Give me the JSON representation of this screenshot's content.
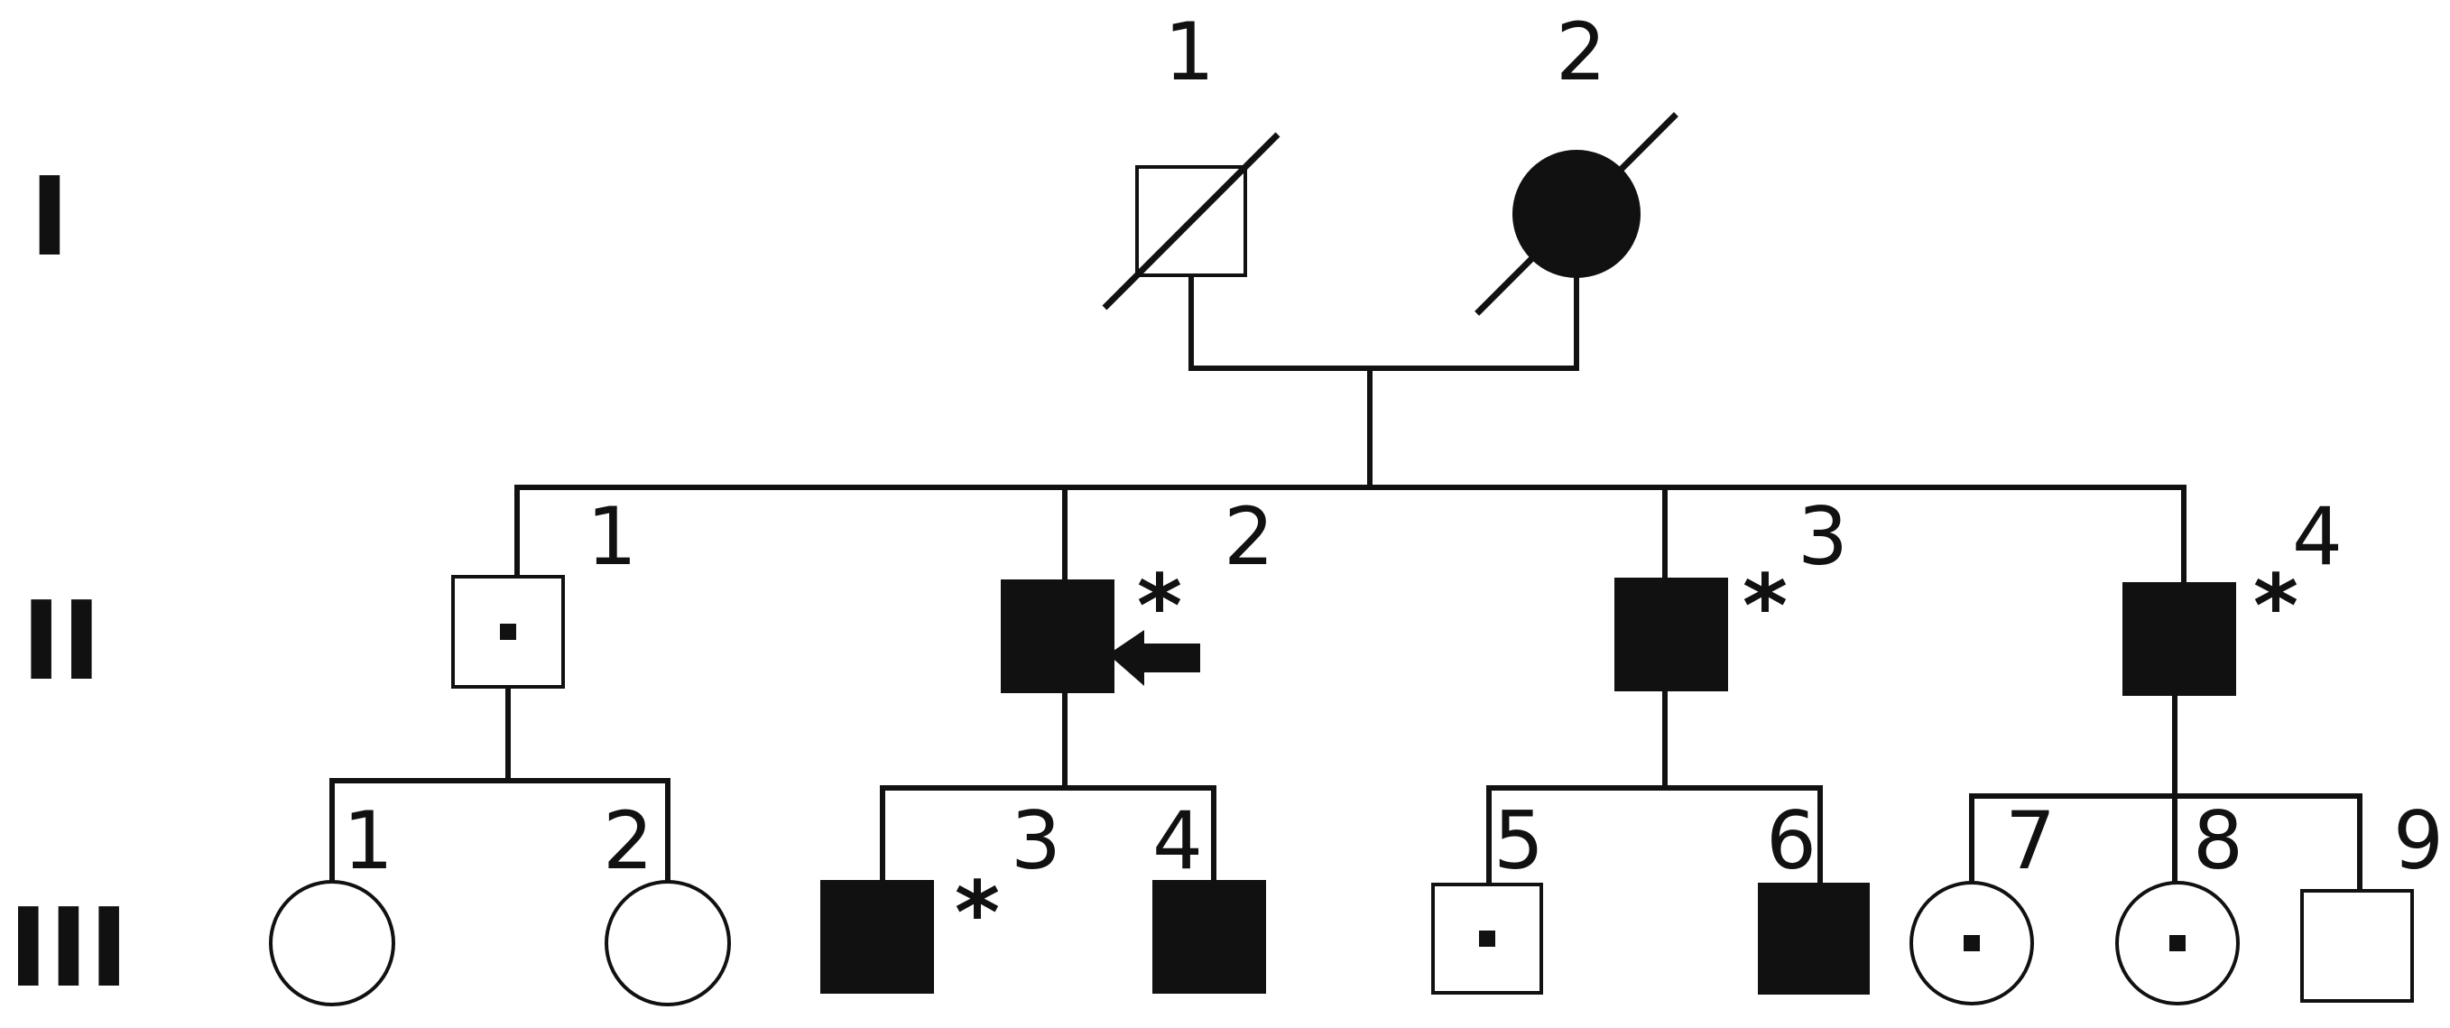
{
  "generations": [
    {
      "id": "I",
      "label": "I"
    },
    {
      "id": "II",
      "label": "II"
    },
    {
      "id": "III",
      "label": "III"
    }
  ],
  "individuals": [
    {
      "id": "I-1",
      "generation": "I",
      "label": "1",
      "sex": "male",
      "affected": false,
      "carrier": false,
      "deceased": true,
      "tested": false,
      "proband": false
    },
    {
      "id": "I-2",
      "generation": "I",
      "label": "2",
      "sex": "female",
      "affected": true,
      "carrier": false,
      "deceased": true,
      "tested": false,
      "proband": false
    },
    {
      "id": "II-1",
      "generation": "II",
      "label": "1",
      "sex": "male",
      "affected": false,
      "carrier": true,
      "deceased": false,
      "tested": false,
      "proband": false
    },
    {
      "id": "II-2",
      "generation": "II",
      "label": "2",
      "sex": "male",
      "affected": true,
      "carrier": false,
      "deceased": false,
      "tested": true,
      "proband": true
    },
    {
      "id": "II-3",
      "generation": "II",
      "label": "3",
      "sex": "male",
      "affected": true,
      "carrier": false,
      "deceased": false,
      "tested": true,
      "proband": false
    },
    {
      "id": "II-4",
      "generation": "II",
      "label": "4",
      "sex": "male",
      "affected": true,
      "carrier": false,
      "deceased": false,
      "tested": true,
      "proband": false
    },
    {
      "id": "III-1",
      "generation": "III",
      "label": "1",
      "sex": "female",
      "affected": false,
      "carrier": false,
      "deceased": false,
      "tested": false,
      "proband": false
    },
    {
      "id": "III-2",
      "generation": "III",
      "label": "2",
      "sex": "female",
      "affected": false,
      "carrier": false,
      "deceased": false,
      "tested": false,
      "proband": false
    },
    {
      "id": "III-3",
      "generation": "III",
      "label": "3",
      "sex": "male",
      "affected": true,
      "carrier": false,
      "deceased": false,
      "tested": true,
      "proband": false
    },
    {
      "id": "III-4",
      "generation": "III",
      "label": "4",
      "sex": "male",
      "affected": true,
      "carrier": false,
      "deceased": false,
      "tested": false,
      "proband": false
    },
    {
      "id": "III-5",
      "generation": "III",
      "label": "5",
      "sex": "male",
      "affected": false,
      "carrier": true,
      "deceased": false,
      "tested": false,
      "proband": false
    },
    {
      "id": "III-6",
      "generation": "III",
      "label": "6",
      "sex": "male",
      "affected": true,
      "carrier": false,
      "deceased": false,
      "tested": false,
      "proband": false
    },
    {
      "id": "III-7",
      "generation": "III",
      "label": "7",
      "sex": "female",
      "affected": false,
      "carrier": true,
      "deceased": false,
      "tested": false,
      "proband": false
    },
    {
      "id": "III-8",
      "generation": "III",
      "label": "8",
      "sex": "female",
      "affected": false,
      "carrier": true,
      "deceased": false,
      "tested": false,
      "proband": false
    },
    {
      "id": "III-9",
      "generation": "III",
      "label": "9",
      "sex": "male",
      "affected": false,
      "carrier": false,
      "deceased": false,
      "tested": false,
      "proband": false
    }
  ],
  "relationships": [
    {
      "couple": [
        "I-1",
        "I-2"
      ],
      "children": [
        "II-1",
        "II-2",
        "II-3",
        "II-4"
      ]
    },
    {
      "parent": "II-1",
      "children": [
        "III-1",
        "III-2"
      ]
    },
    {
      "parent": "II-2",
      "children": [
        "III-3",
        "III-4"
      ]
    },
    {
      "parent": "II-3",
      "children": [
        "III-5",
        "III-6"
      ]
    },
    {
      "parent": "II-4",
      "children": [
        "III-7",
        "III-8",
        "III-9"
      ]
    }
  ],
  "markers": {
    "tested": "*"
  },
  "colors": {
    "ink": "#111111",
    "background": "#ffffff"
  }
}
